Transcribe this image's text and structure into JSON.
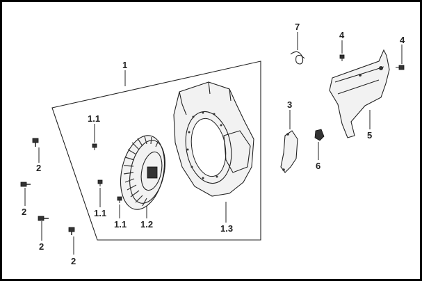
{
  "diagram": {
    "labels": {
      "p1": "1",
      "p1_1a": "1.1",
      "p1_1b": "1.1",
      "p1_1c": "1.1",
      "p1_2": "1.2",
      "p1_3": "1.3",
      "p2a": "2",
      "p2b": "2",
      "p2c": "2",
      "p2d": "2",
      "p3": "3",
      "p4a": "4",
      "p4b": "4",
      "p5": "5",
      "p6": "6",
      "p7": "7"
    }
  }
}
